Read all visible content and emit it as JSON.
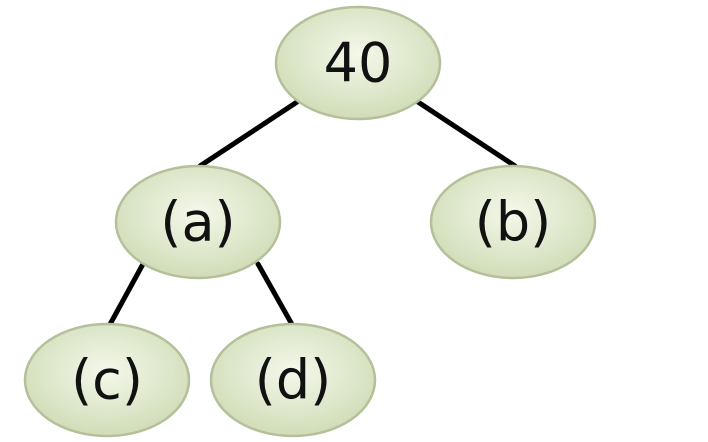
{
  "tree": {
    "nodes": [
      {
        "id": "root",
        "label": "40"
      },
      {
        "id": "a",
        "label": "(a)"
      },
      {
        "id": "b",
        "label": "(b)"
      },
      {
        "id": "c",
        "label": "(c)"
      },
      {
        "id": "d",
        "label": "(d)"
      }
    ],
    "edges": [
      {
        "from": "root",
        "to": "a"
      },
      {
        "from": "root",
        "to": "b"
      },
      {
        "from": "a",
        "to": "c"
      },
      {
        "from": "a",
        "to": "d"
      }
    ]
  },
  "colors": {
    "node_fill_center": "#f4f8ea",
    "node_fill_edge": "#cfdcb6",
    "node_stroke": "#b3c09a",
    "edge": "#000000",
    "text": "#111111"
  }
}
